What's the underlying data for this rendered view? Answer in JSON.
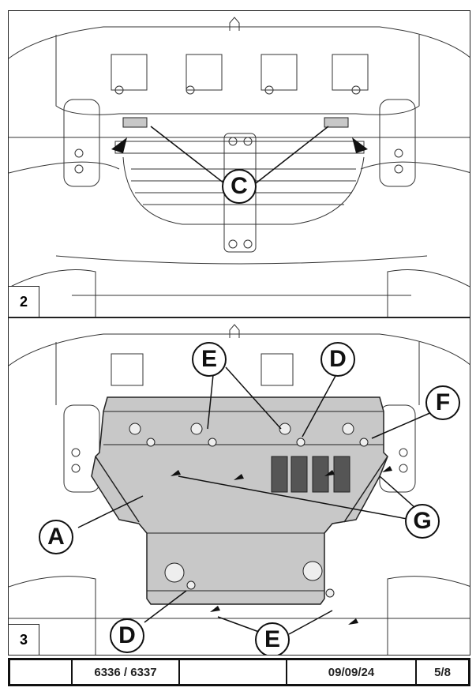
{
  "figures": [
    {
      "number": "2",
      "callouts": [
        "C"
      ],
      "description": "Underbody view with two gray bracket marks on crossmember indicated by label C"
    },
    {
      "number": "3",
      "callouts": [
        "E",
        "D",
        "F",
        "A",
        "G",
        "D",
        "E"
      ],
      "description": "Underbody view with skid plate installed; labels A, D, E, F, G indicate plate, washers, bolts"
    }
  ],
  "footer": {
    "logo": "",
    "part_numbers": "6336 / 6337",
    "blank": "",
    "date": "09/09/24",
    "page": "5/8"
  },
  "colors": {
    "plate": "#c8c8c8",
    "line": "#222222"
  }
}
